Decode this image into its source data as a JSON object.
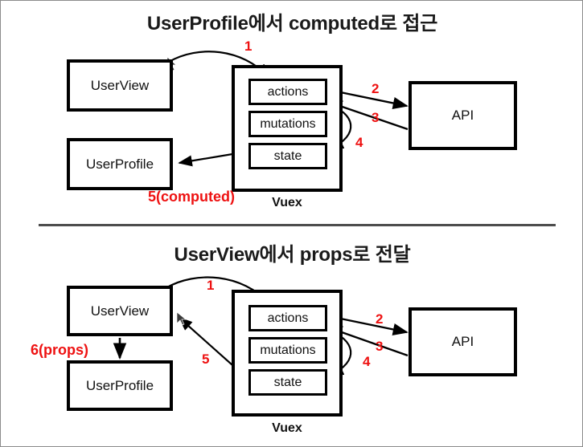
{
  "page": {
    "background_color": "#ffffff",
    "border_color": "#8c8c8c",
    "accent_red": "#ee1111",
    "stroke_black": "#000000",
    "divider_color": "#4d4d4d"
  },
  "diagram1": {
    "title": "UserProfile에서 computed로 접근",
    "boxes": {
      "user_view": "UserView",
      "user_profile": "UserProfile",
      "api": "API",
      "actions": "actions",
      "mutations": "mutations",
      "state": "state"
    },
    "caption": "Vuex",
    "labels": {
      "step1": "1",
      "step2": "2",
      "step3": "3",
      "step4": "4",
      "step5": "5(computed)"
    }
  },
  "diagram2": {
    "title": "UserView에서 props로 전달",
    "boxes": {
      "user_view": "UserView",
      "user_profile": "UserProfile",
      "api": "API",
      "actions": "actions",
      "mutations": "mutations",
      "state": "state"
    },
    "caption": "Vuex",
    "labels": {
      "step1": "1",
      "step2": "2",
      "step3": "3",
      "step4": "4",
      "step5": "5",
      "step6": "6(props)"
    }
  }
}
